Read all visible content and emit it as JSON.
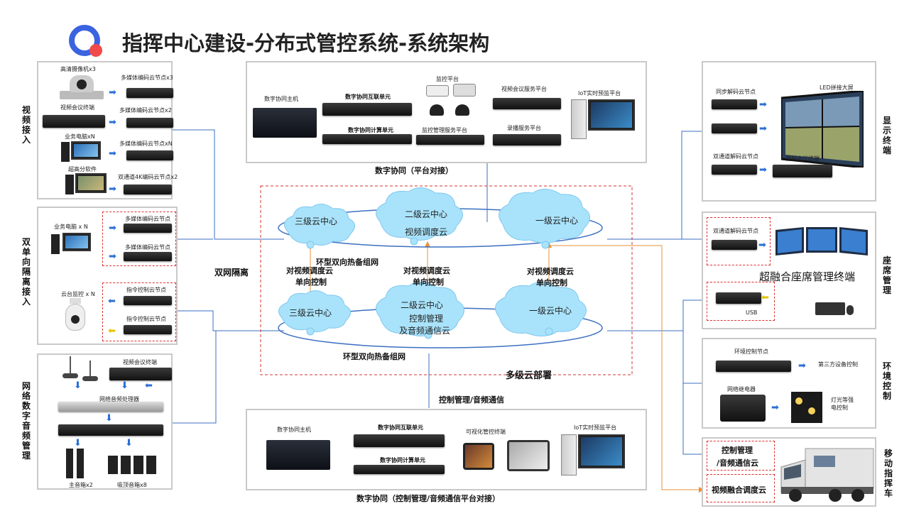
{
  "title": "指挥中心建设-分布式管控系统-系统架构",
  "colors": {
    "accent_blue": "#2a6fd6",
    "logo_blue": "#3a63e0",
    "logo_red": "#f04a4a",
    "dash_red": "#d33333",
    "line_blue": "#3b6fc2",
    "line_orange": "#e8913a"
  },
  "left": {
    "video_in": {
      "label": "视频接入",
      "items": [
        {
          "src": "高清摄像机x3",
          "dst": "多媒体编码云节点x3"
        },
        {
          "src": "视频会议终端",
          "dst": "多媒体编码云节点x2"
        },
        {
          "src": "业务电脑xN",
          "dst": "多媒体编码云节点xN"
        },
        {
          "src": "超高分软件",
          "dst": "双通道4K编码云节点x2"
        }
      ]
    },
    "isolation": {
      "label": "双单向隔离接入",
      "pc": "业务电脑 x N",
      "enc1": "多媒体编码云节点",
      "enc2": "多媒体编码云节点",
      "ptz": "云台监控 x N",
      "cmd1": "指令控制云节点",
      "cmd2": "指令控制云节点"
    },
    "audio": {
      "label": "网络数字音频管理",
      "conf": "视频会议终端",
      "processor": "网络音频处理器",
      "main_speaker": "主音箱x2",
      "ceiling_speaker": "吸顶音箱x8"
    }
  },
  "top": {
    "caption": "数字协同（平台对接）",
    "host": "数字协同主机",
    "interconnect": "数字协同互联单元",
    "compute": "数字协同计算单元",
    "monitor_platform": "监控平台",
    "monitor_mgmt": "监控管理服务平台",
    "vc_platform": "视频会议服务平台",
    "record": "录播服务平台",
    "iot": "IoT实时预监平台"
  },
  "center": {
    "upper_clouds": [
      "三级云中心",
      "二级云中心",
      "视频调度云",
      "一级云中心"
    ],
    "lower_clouds": [
      "三级云中心",
      "二级云中心",
      "控制管理",
      "及音频通信云",
      "一级云中心"
    ],
    "ring_upper": "环型双向热备组网",
    "ring_lower": "环型双向热备组网",
    "link_l1": "对视频调度云",
    "link_l2": "单向控制",
    "link_m1": "对视频调度云",
    "link_m2": "单向控制",
    "link_r1": "对视频调度云",
    "link_r2": "单向控制",
    "isolation": "双网隔离",
    "multi": "多级云部署",
    "ctrl_caption": "控制管理/音频通信"
  },
  "bottom": {
    "caption": "数字协同（控制管理/音频通信平台对接）",
    "host": "数字协同主机",
    "interconnect": "数字协同互联单元",
    "compute": "数字协同计算单元",
    "visual": "可视化管控终端",
    "iot": "IoT实时预监平台"
  },
  "right": {
    "display": {
      "label": "显示终端",
      "sync": "同步解码云节点",
      "led": "LED拼接大屏",
      "dual": "双通道解码云节点",
      "vc": "视频会议终端"
    },
    "seat": {
      "label": "座席管理",
      "dual": "双通道解码云节点",
      "title": "超融合座席管理终端",
      "usb": "USB"
    },
    "env": {
      "label": "环境控制",
      "node": "环境控制节点",
      "third": "第三方设备控制",
      "relay": "网络继电器",
      "light": "灯光等强电控制"
    },
    "mobile": {
      "label": "移动指挥车",
      "ctrl1": "控制管理",
      "ctrl2": "/音频通信云",
      "fusion": "视频融合调度云"
    }
  }
}
